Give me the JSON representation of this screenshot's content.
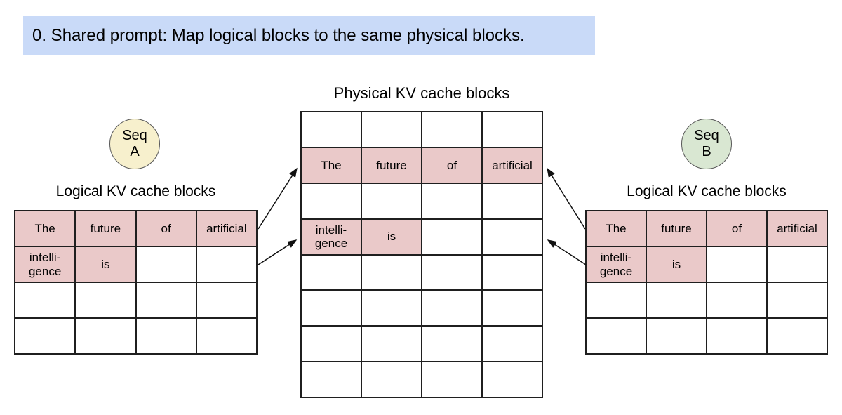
{
  "banner": {
    "text": "0. Shared prompt: Map logical blocks to the same physical blocks."
  },
  "colors": {
    "banner_bg": "#c9daf8",
    "cell_fill": "#eac9c9",
    "seq_a_fill": "#f7f0cd",
    "seq_b_fill": "#d9e7d2"
  },
  "sequences": {
    "a": {
      "label": "Seq\nA"
    },
    "b": {
      "label": "Seq\nB"
    }
  },
  "physical": {
    "title": "Physical KV cache blocks",
    "rows": [
      [
        "",
        "",
        "",
        ""
      ],
      [
        "The",
        "future",
        "of",
        "artificial"
      ],
      [
        "",
        "",
        "",
        ""
      ],
      [
        "intelli-\ngence",
        "is",
        "",
        ""
      ],
      [
        "",
        "",
        "",
        ""
      ],
      [
        "",
        "",
        "",
        ""
      ],
      [
        "",
        "",
        "",
        ""
      ],
      [
        "",
        "",
        "",
        ""
      ]
    ]
  },
  "logical_a": {
    "title": "Logical KV cache blocks",
    "rows": [
      [
        "The",
        "future",
        "of",
        "artificial"
      ],
      [
        "intelli-\ngence",
        "is",
        "",
        ""
      ],
      [
        "",
        "",
        "",
        ""
      ],
      [
        "",
        "",
        "",
        ""
      ]
    ]
  },
  "logical_b": {
    "title": "Logical KV cache blocks",
    "rows": [
      [
        "The",
        "future",
        "of",
        "artificial"
      ],
      [
        "intelli-\ngence",
        "is",
        "",
        ""
      ],
      [
        "",
        "",
        "",
        ""
      ],
      [
        "",
        "",
        "",
        ""
      ]
    ]
  }
}
